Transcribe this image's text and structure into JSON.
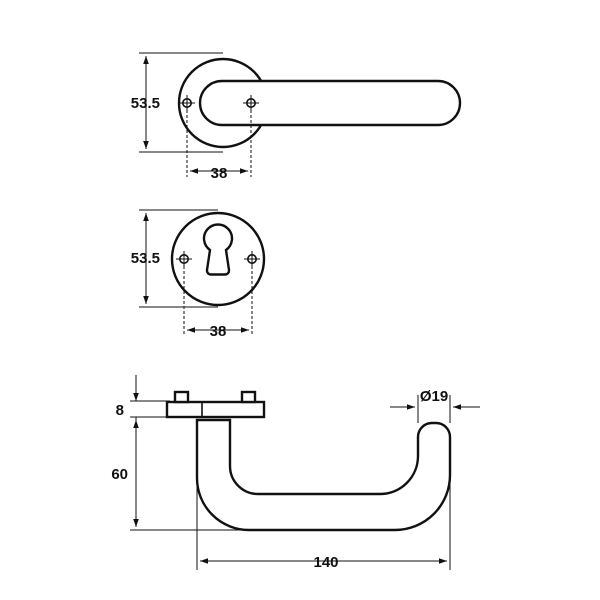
{
  "views": {
    "top_handle_rose": {
      "height_label": "53.5",
      "width_label": "38"
    },
    "escutcheon": {
      "height_label": "53.5",
      "width_label": "38"
    },
    "side_view": {
      "rose_thickness_label": "8",
      "projection_label": "60",
      "length_label": "140",
      "diameter_label": "Ø19"
    }
  },
  "icons": {
    "screw": "screw-icon",
    "arrow": "arrow-head-icon"
  },
  "colors": {
    "line": "#111111",
    "background": "#ffffff"
  }
}
